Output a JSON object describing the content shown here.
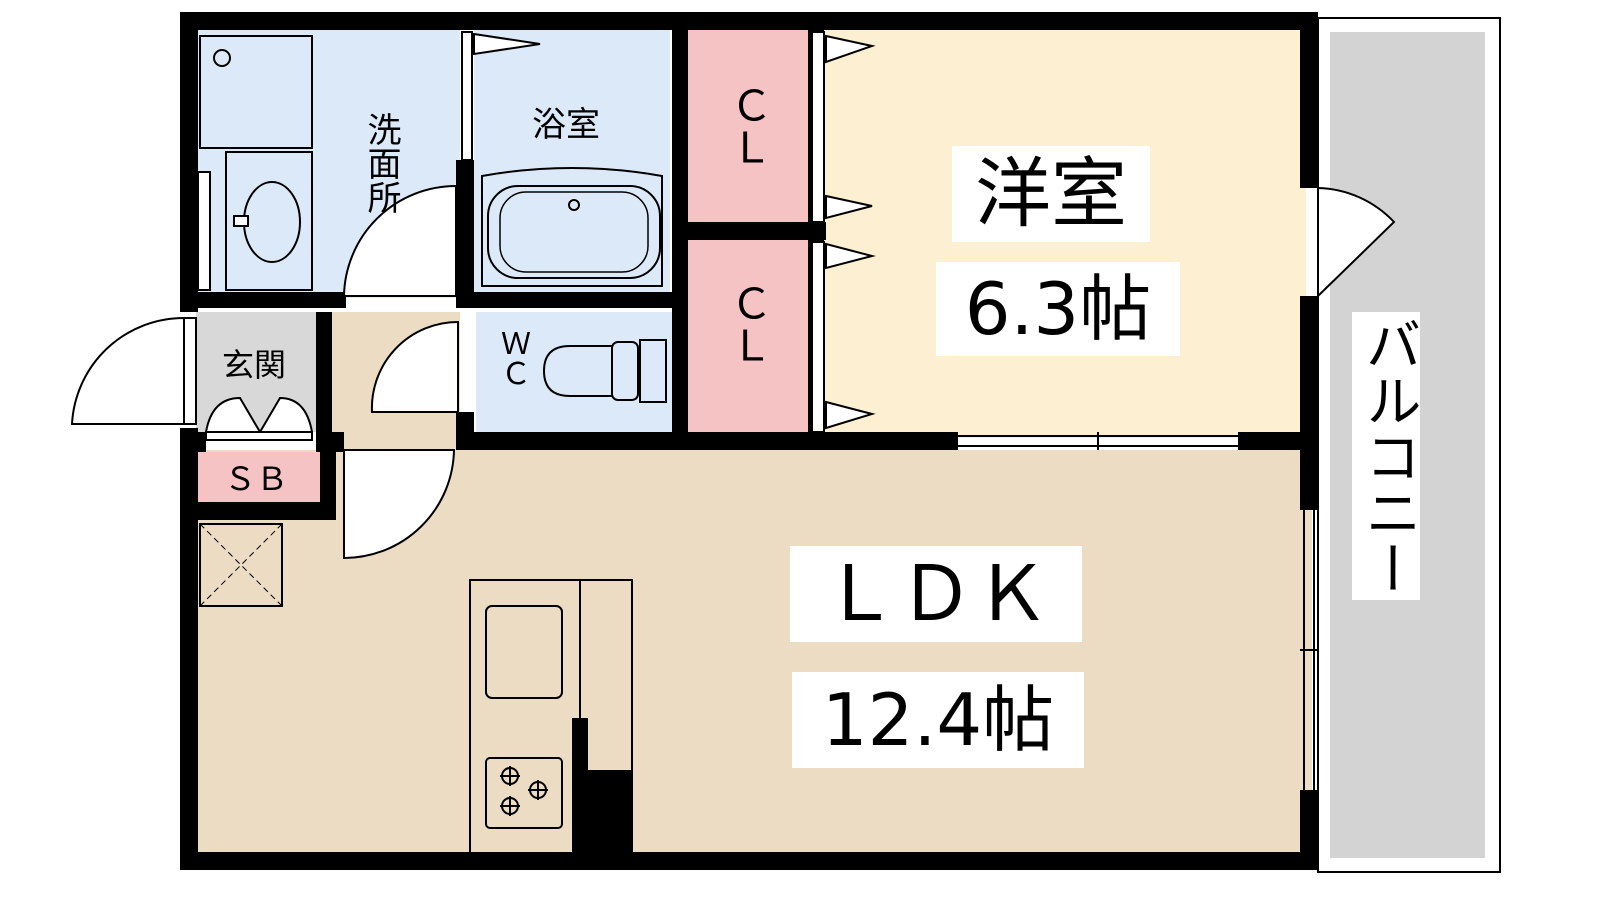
{
  "colors": {
    "wall": "#000000",
    "wet_area": "#dce9f8",
    "closet": "#f6c3c5",
    "western_room": "#fdf0d2",
    "ldk": "#ecdcc4",
    "entrance": "#d8d8d8",
    "balcony": "#d3d3d3"
  },
  "rooms": {
    "washroom": "洗面所",
    "bathroom": "浴室",
    "wc": "ＷＣ",
    "entrance": "玄関",
    "shoe_box": "ＳＢ",
    "closet_1": "ＣＬ",
    "closet_2": "ＣＬ",
    "western_room": {
      "name": "洋室",
      "size": "6.3帖"
    },
    "ldk": {
      "name": "ＬＤＫ",
      "size": "12.4帖"
    },
    "balcony": "バルコニー"
  }
}
